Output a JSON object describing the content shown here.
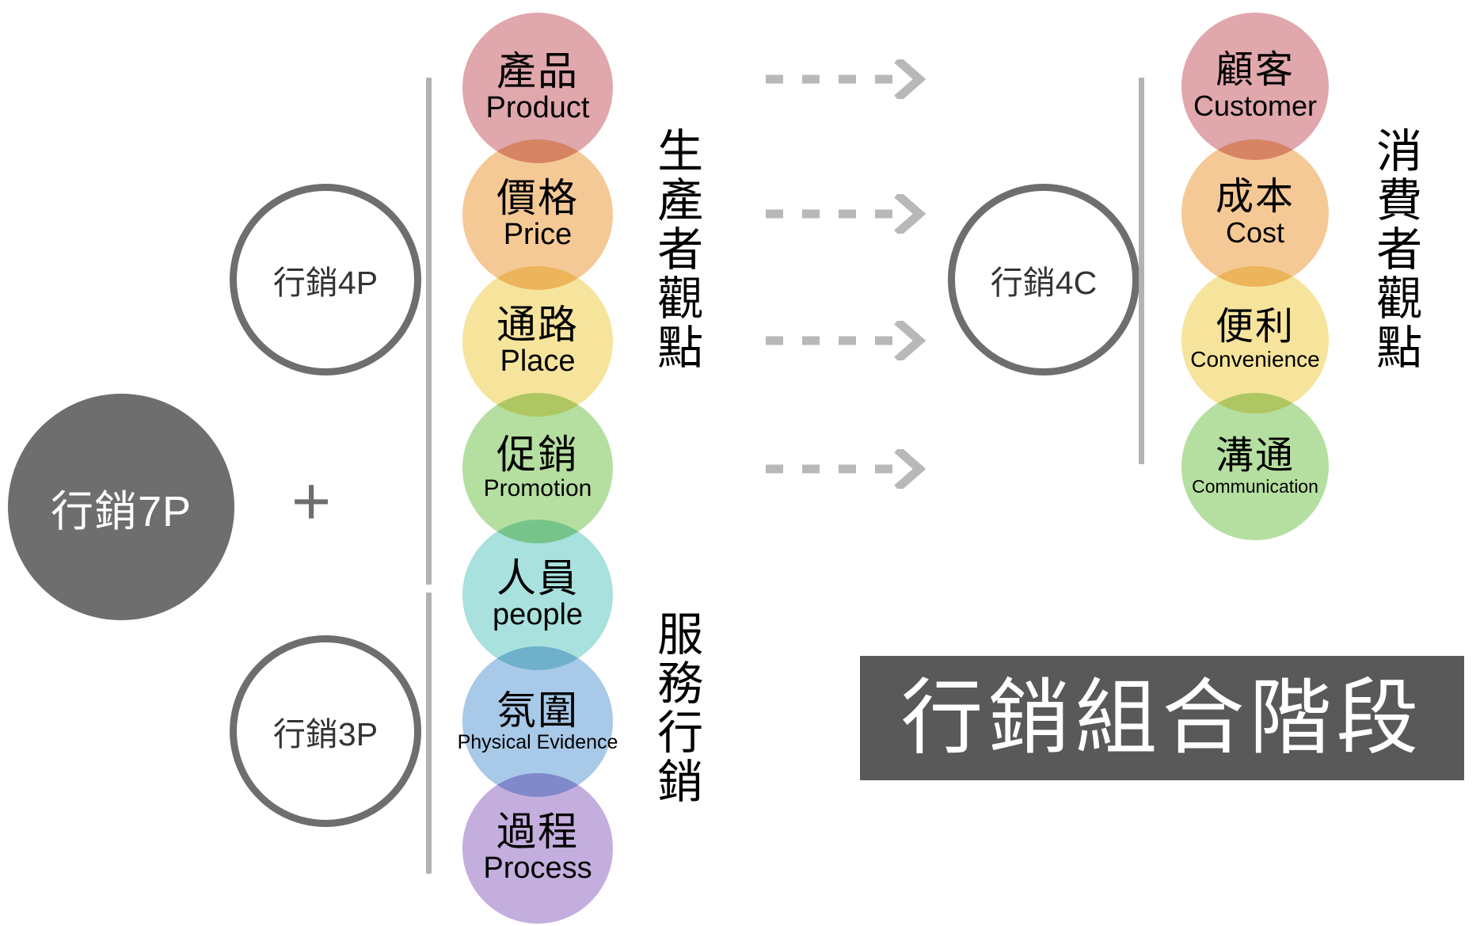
{
  "diagram": {
    "title": "行銷組合階段",
    "root": {
      "label": "行銷7P"
    },
    "plus": "+",
    "groups": {
      "four_p": {
        "label": "行銷4P"
      },
      "three_p": {
        "label": "行銷3P"
      },
      "four_c": {
        "label": "行銷4C"
      }
    },
    "side_labels": {
      "producer_view": "生產者觀點",
      "service_marketing": "服務行銷",
      "consumer_view": "消費者觀點"
    },
    "left_column": [
      {
        "zh": "產品",
        "en": "Product",
        "color": "#e0a7ad",
        "en_size": "normal"
      },
      {
        "zh": "價格",
        "en": "Price",
        "color": "#f5c995",
        "en_size": "normal"
      },
      {
        "zh": "通路",
        "en": "Place",
        "color": "#f6e49c",
        "en_size": "normal"
      },
      {
        "zh": "促銷",
        "en": "Promotion",
        "color": "#b5dfa0",
        "en_size": "small"
      },
      {
        "zh": "人員",
        "en": "people",
        "color": "#a8e1de",
        "en_size": "normal"
      },
      {
        "zh": "氛圍",
        "en": "Physical Evidence",
        "color": "#a8c9e8",
        "en_size": "xsmall"
      },
      {
        "zh": "過程",
        "en": "Process",
        "color": "#c3aede",
        "en_size": "normal"
      }
    ],
    "right_column": [
      {
        "zh": "顧客",
        "en": "Customer",
        "color": "#e0a7ad",
        "en_size": "normal"
      },
      {
        "zh": "成本",
        "en": "Cost",
        "color": "#f5c995",
        "en_size": "normal"
      },
      {
        "zh": "便利",
        "en": "Convenience",
        "color": "#f6e49c",
        "en_size": "small"
      },
      {
        "zh": "溝通",
        "en": "Communication",
        "color": "#b5dfa0",
        "en_size": "xsmall"
      }
    ],
    "arrows": {
      "count": 4,
      "style": "dashed",
      "color": "#b3b3b3"
    },
    "colors": {
      "dark_grey": "#6e6e6e",
      "plate_grey": "#595959",
      "bar_grey": "#b3b3b3",
      "text_black": "#000000",
      "background": "#ffffff"
    }
  }
}
